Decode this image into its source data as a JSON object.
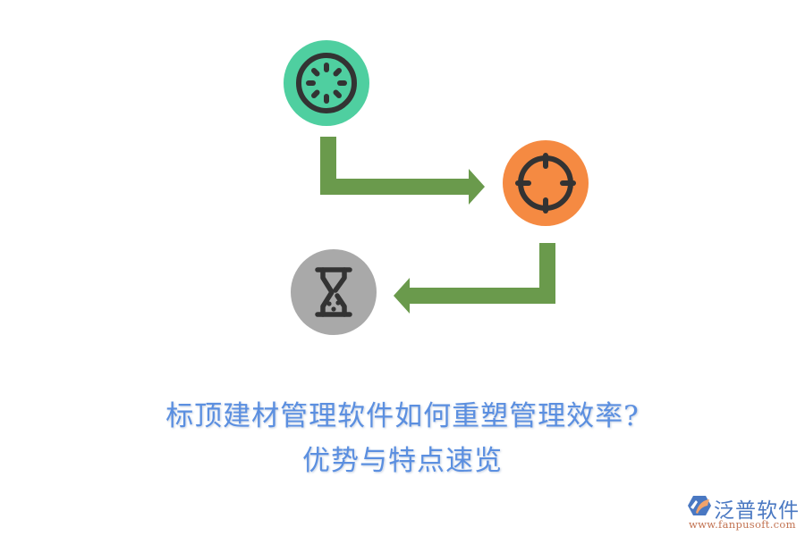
{
  "colors": {
    "background": "#ffffff",
    "node_start": "#4fcfa0",
    "node_target": "#f58a42",
    "node_time": "#a9a9a9",
    "icon_stroke": "#333333",
    "arrow": "#6a9a4c",
    "title": "#5b8fe0",
    "logo_blue": "#4a78c2",
    "logo_orange": "#c27352"
  },
  "nodes": [
    {
      "id": "start",
      "icon": "loading-spinner-icon",
      "color": "#4fcfa0"
    },
    {
      "id": "target",
      "icon": "crosshair-target-icon",
      "color": "#f58a42"
    },
    {
      "id": "time",
      "icon": "hourglass-icon",
      "color": "#a9a9a9"
    }
  ],
  "edges": [
    {
      "from": "start",
      "to": "target",
      "shape": "elbow-down-right"
    },
    {
      "from": "target",
      "to": "time",
      "shape": "elbow-down-left"
    }
  ],
  "title": {
    "line1": "标顶建材管理软件如何重塑管理效率?",
    "line2": "优势与特点速览"
  },
  "logo": {
    "name": "泛普软件",
    "url": "www.fanpusoft.com"
  }
}
